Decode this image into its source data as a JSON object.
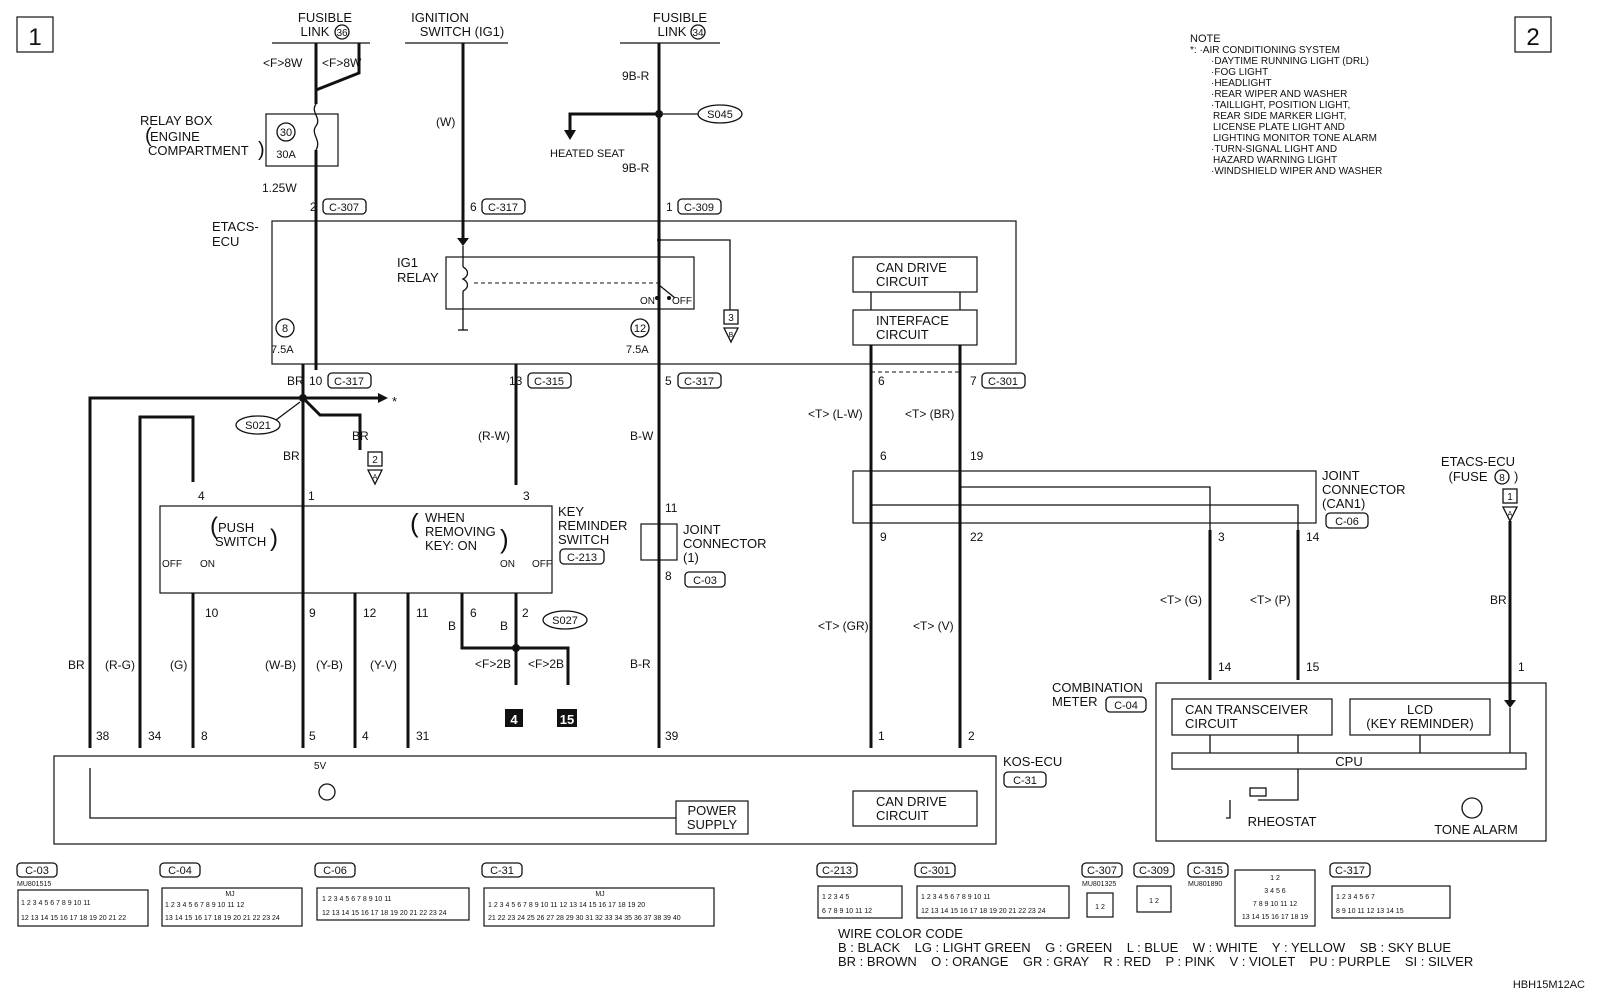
{
  "page_markers": {
    "left": "1",
    "right": "2"
  },
  "top_sources": {
    "fl36_line1": "FUSIBLE",
    "fl36_line2": "LINK",
    "fl36_num": "36",
    "ig_line1": "IGNITION",
    "ig_line2": "SWITCH (IG1)",
    "fl34_line1": "FUSIBLE",
    "fl34_line2": "LINK",
    "fl34_num": "34"
  },
  "wire_labels": {
    "f8w_a": "<F>8W",
    "f8w_b": "<F>8W",
    "w_125": "1.25W",
    "ig_w": "(W)",
    "r9b_a": "9B-R",
    "r9b_b": "9B-R",
    "heated_seat": "HEATED SEAT",
    "br_a": "BR",
    "br_b": "BR",
    "br_c": "BR",
    "rw": "(R-W)",
    "bw": "B-W",
    "br_right": "BR",
    "tlw": "<T> (L-W)",
    "tbr": "<T> (BR)",
    "tgr": "<T> (GR)",
    "tv": "<T> (V)",
    "tg": "<T> (G)",
    "tp": "<T> (P)",
    "br_fuse": "BR",
    "b_left": "B",
    "b_right": "B",
    "f2b_a": "<F>2B",
    "f2b_b": "<F>2B",
    "br_low": "B-R",
    "kos_br": "BR",
    "kos_rg": "(R-G)",
    "kos_g": "(G)",
    "kos_wb": "(W-B)",
    "kos_yb": "(Y-B)",
    "kos_yv": "(Y-V)"
  },
  "splices": {
    "s045": "S045",
    "s021": "S021",
    "s027": "S027"
  },
  "relay_box": {
    "l1": "RELAY BOX",
    "l2": "ENGINE",
    "l3": "COMPARTMENT",
    "fuse_num": "30",
    "fuse_amp": "30A"
  },
  "etacs": {
    "l1": "ETACS-",
    "l2": "ECU",
    "ig1_l1": "IG1",
    "ig1_l2": "RELAY",
    "on": "ON",
    "off": "OFF",
    "fuse8": "8",
    "fuse8_amp": "7.5A",
    "fuse12": "12",
    "fuse12_amp": "7.5A",
    "can_drive_l1": "CAN DRIVE",
    "can_drive_l2": "CIRCUIT",
    "iface_l1": "INTERFACE",
    "iface_l2": "CIRCUIT",
    "ref3": "3",
    "ref3b": "B"
  },
  "pins": {
    "p2": "2",
    "c307": "C-307",
    "p6": "6",
    "c317a": "C-317",
    "p1": "1",
    "c309": "C-309",
    "p10": "10",
    "c317b": "C-317",
    "p13": "13",
    "c315": "C-315",
    "p5": "5",
    "c317c": "C-317",
    "p6b": "6",
    "p7": "7",
    "c301": "C-301",
    "p6c": "6",
    "p19": "19",
    "p4": "4",
    "p1b": "1",
    "p3": "3",
    "p11": "11",
    "p8": "8",
    "c03": "C-03",
    "p10b": "10",
    "p9": "9",
    "p12": "12",
    "p11b": "11",
    "p6d": "6",
    "p2b": "2",
    "p9b": "9",
    "p22": "22",
    "p3b": "3",
    "p14": "14",
    "p14b": "14",
    "p15": "15",
    "p1c": "1",
    "k38": "38",
    "k34": "34",
    "k8": "8",
    "k5": "5",
    "k4": "4",
    "k31": "31",
    "k39": "39",
    "k1": "1",
    "k2": "2"
  },
  "key_reminder": {
    "push_l1": "PUSH",
    "push_l2": "SWITCH",
    "off": "OFF",
    "on": "ON",
    "when_l1": "WHEN",
    "when_l2": "REMOVING",
    "when_l3": "KEY: ON",
    "on2": "ON",
    "off2": "OFF",
    "title_l1": "KEY",
    "title_l2": "REMINDER",
    "title_l3": "SWITCH",
    "conn": "C-213"
  },
  "joint_conn": {
    "l1": "JOINT",
    "l2": "CONNECTOR",
    "l3": "(1)"
  },
  "joint_can": {
    "l1": "JOINT",
    "l2": "CONNECTOR",
    "l3": "(CAN1)",
    "conn": "C-06"
  },
  "ground_refs": {
    "g4": "4",
    "g15": "15",
    "ref2": "2",
    "ref2a": "A",
    "star": "*"
  },
  "etacs_fuse": {
    "l1": "ETACS-ECU",
    "l2": "(FUSE",
    "num": "8",
    "ref1": "1",
    "ref1a": "A"
  },
  "comb_meter": {
    "l1": "COMBINATION",
    "l2": "METER",
    "conn": "C-04",
    "can_l1": "CAN TRANSCEIVER",
    "can_l2": "CIRCUIT",
    "lcd_l1": "LCD",
    "lcd_l2": "(KEY REMINDER)",
    "cpu": "CPU",
    "rheostat": "RHEOSTAT",
    "tone": "TONE ALARM"
  },
  "kos": {
    "l1": "KOS-ECU",
    "conn": "C-31",
    "v5": "5V",
    "power_l1": "POWER",
    "power_l2": "SUPPLY",
    "can_l1": "CAN DRIVE",
    "can_l2": "CIRCUIT"
  },
  "note": {
    "title": "NOTE",
    "lines": [
      "*: ·AIR CONDITIONING SYSTEM",
      "·DAYTIME RUNNING LIGHT (DRL)",
      "·FOG LIGHT",
      "·HEADLIGHT",
      "·REAR WIPER AND WASHER",
      "·TAILLIGHT, POSITION LIGHT,",
      "REAR SIDE MARKER LIGHT,",
      "LICENSE PLATE LIGHT AND",
      "LIGHTING MONITOR TONE ALARM",
      "·TURN-SIGNAL LIGHT AND",
      "HAZARD WARNING LIGHT",
      "·WINDSHIELD WIPER AND WASHER"
    ]
  },
  "connectors": {
    "c03": {
      "name": "C-03",
      "part": "MU801515",
      "row1": "1 2 3 4 5 6 7 8 9 10 11",
      "row2": "12 13 14 15 16 17 18 19 20 21 22"
    },
    "c04": {
      "name": "C-04",
      "tag": "MJ",
      "row1": "1 2 3 4 5 6 7 8 9 10 11 12",
      "row2": "13 14 15 16 17 18 19 20 21 22 23 24"
    },
    "c06": {
      "name": "C-06",
      "row1": "1 2 3 4 5 6 7 8 9 10 11",
      "row2": "12 13 14 15 16 17 18 19 20 21 22 23 24"
    },
    "c31": {
      "name": "C-31",
      "tag": "MJ",
      "row1": "1 2 3 4 5 6 7 8 9 10 11 12 13 14 15 16 17 18 19 20",
      "row2": "21 22 23 24 25 26 27 28 29 30 31 32 33 34 35 36 37 38 39 40"
    },
    "c213": {
      "name": "C-213",
      "row1": "1 2 3 4 5",
      "row2": "6 7 8 9 10 11 12"
    },
    "c301": {
      "name": "C-301",
      "row1": "1 2 3 4 5 6 7 8 9 10 11",
      "row2": "12 13 14 15 16 17 18 19 20 21 22 23 24"
    },
    "c307": {
      "name": "C-307",
      "part": "MU801325",
      "row1": "1 2"
    },
    "c309": {
      "name": "C-309",
      "row1": "1 2"
    },
    "c315": {
      "name": "C-315",
      "part": "MU801890",
      "row1": "1 2",
      "row2": "3 4 5 6",
      "row3": "7 8 9 10 11 12",
      "row4": "13 14 15 16 17 18 19"
    },
    "c317": {
      "name": "C-317",
      "row1": "1 2 3 4 5 6 7",
      "row2": "8 9 10 11 12 13 14 15"
    }
  },
  "wire_color_code": {
    "title": "WIRE COLOR CODE",
    "row1": "B : BLACK    LG : LIGHT GREEN    G : GREEN    L : BLUE    W : WHITE    Y : YELLOW    SB : SKY BLUE",
    "row2": "BR : BROWN    O : ORANGE    GR : GRAY    R : RED    P : PINK    V : VIOLET    PU : PURPLE    SI : SILVER"
  },
  "diagram_id": "HBH15M12AC"
}
